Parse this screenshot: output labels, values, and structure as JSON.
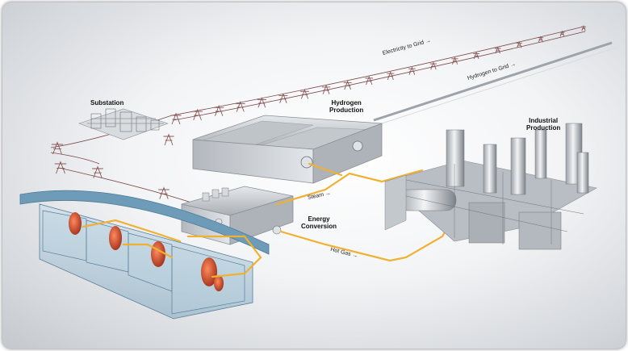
{
  "labels": {
    "substation": "Substation",
    "hydrogen_production_l1": "Hydrogen",
    "hydrogen_production_l2": "Production",
    "industrial_production_l1": "Industrial",
    "industrial_production_l2": "Production",
    "energy_conversion_l1": "Energy",
    "energy_conversion_l2": "Conversion"
  },
  "flows": {
    "electricity": "Electricity to Grid",
    "hydrogen": "Hydrogen to Grid",
    "steam": "Steam",
    "hot_gas": "Hot Gas"
  },
  "arrow_glyph": "→",
  "colors": {
    "pipe": "#f0b030",
    "reactor": "#c0442a",
    "building": "#c9cdd2",
    "tower": "#8a5a5a"
  }
}
